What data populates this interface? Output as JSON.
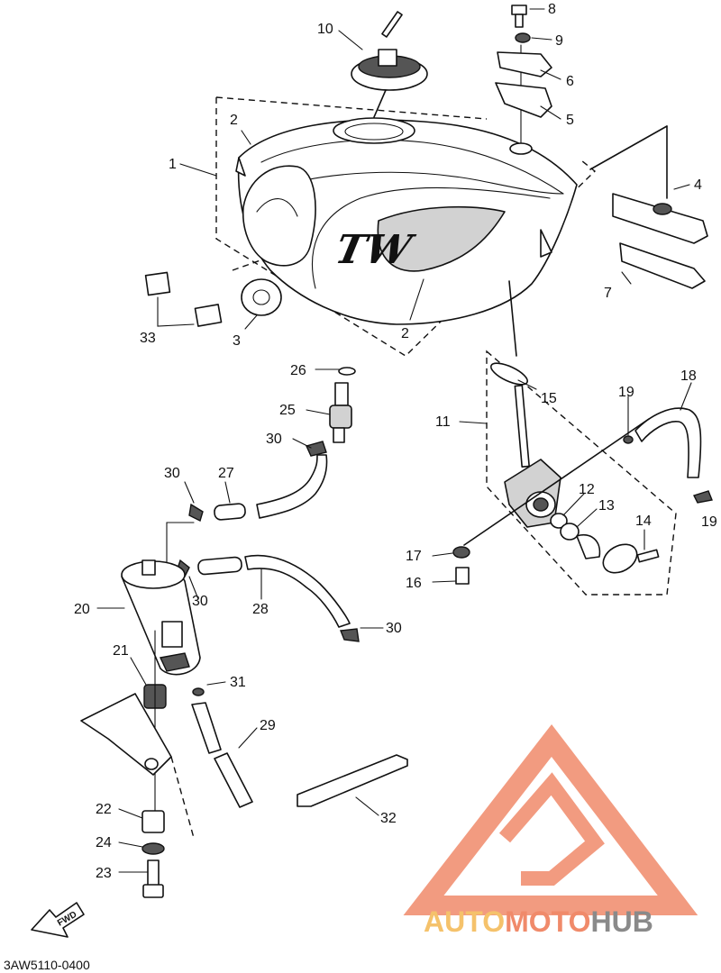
{
  "diagram": {
    "drawing_code": "3AW5110-0400",
    "tank_emblem": "TW",
    "fwd_marker": "FWD"
  },
  "callouts": [
    {
      "id": "10",
      "text": "10"
    },
    {
      "id": "8",
      "text": "8"
    },
    {
      "id": "9",
      "text": "9"
    },
    {
      "id": "6",
      "text": "6"
    },
    {
      "id": "5",
      "text": "5"
    },
    {
      "id": "2a",
      "text": "2"
    },
    {
      "id": "1",
      "text": "1"
    },
    {
      "id": "4",
      "text": "4"
    },
    {
      "id": "7",
      "text": "7"
    },
    {
      "id": "33",
      "text": "33"
    },
    {
      "id": "3",
      "text": "3"
    },
    {
      "id": "2b",
      "text": "2"
    },
    {
      "id": "26",
      "text": "26"
    },
    {
      "id": "25",
      "text": "25"
    },
    {
      "id": "30a",
      "text": "30"
    },
    {
      "id": "30b",
      "text": "30"
    },
    {
      "id": "27",
      "text": "27"
    },
    {
      "id": "15",
      "text": "15"
    },
    {
      "id": "11",
      "text": "11"
    },
    {
      "id": "19a",
      "text": "19"
    },
    {
      "id": "18",
      "text": "18"
    },
    {
      "id": "12",
      "text": "12"
    },
    {
      "id": "13",
      "text": "13"
    },
    {
      "id": "14",
      "text": "14"
    },
    {
      "id": "19b",
      "text": "19"
    },
    {
      "id": "17",
      "text": "17"
    },
    {
      "id": "16",
      "text": "16"
    },
    {
      "id": "20",
      "text": "20"
    },
    {
      "id": "30c",
      "text": "30"
    },
    {
      "id": "28",
      "text": "28"
    },
    {
      "id": "30d",
      "text": "30"
    },
    {
      "id": "21",
      "text": "21"
    },
    {
      "id": "31",
      "text": "31"
    },
    {
      "id": "29",
      "text": "29"
    },
    {
      "id": "32",
      "text": "32"
    },
    {
      "id": "22",
      "text": "22"
    },
    {
      "id": "24",
      "text": "24"
    },
    {
      "id": "23",
      "text": "23"
    }
  ],
  "watermark": {
    "part1": "AUTO",
    "part2": "MOTO",
    "part3": "HUB",
    "color_primary": "#f08a6a",
    "color_secondary": "#f5c26b",
    "color_gray": "#8a8a8a"
  }
}
